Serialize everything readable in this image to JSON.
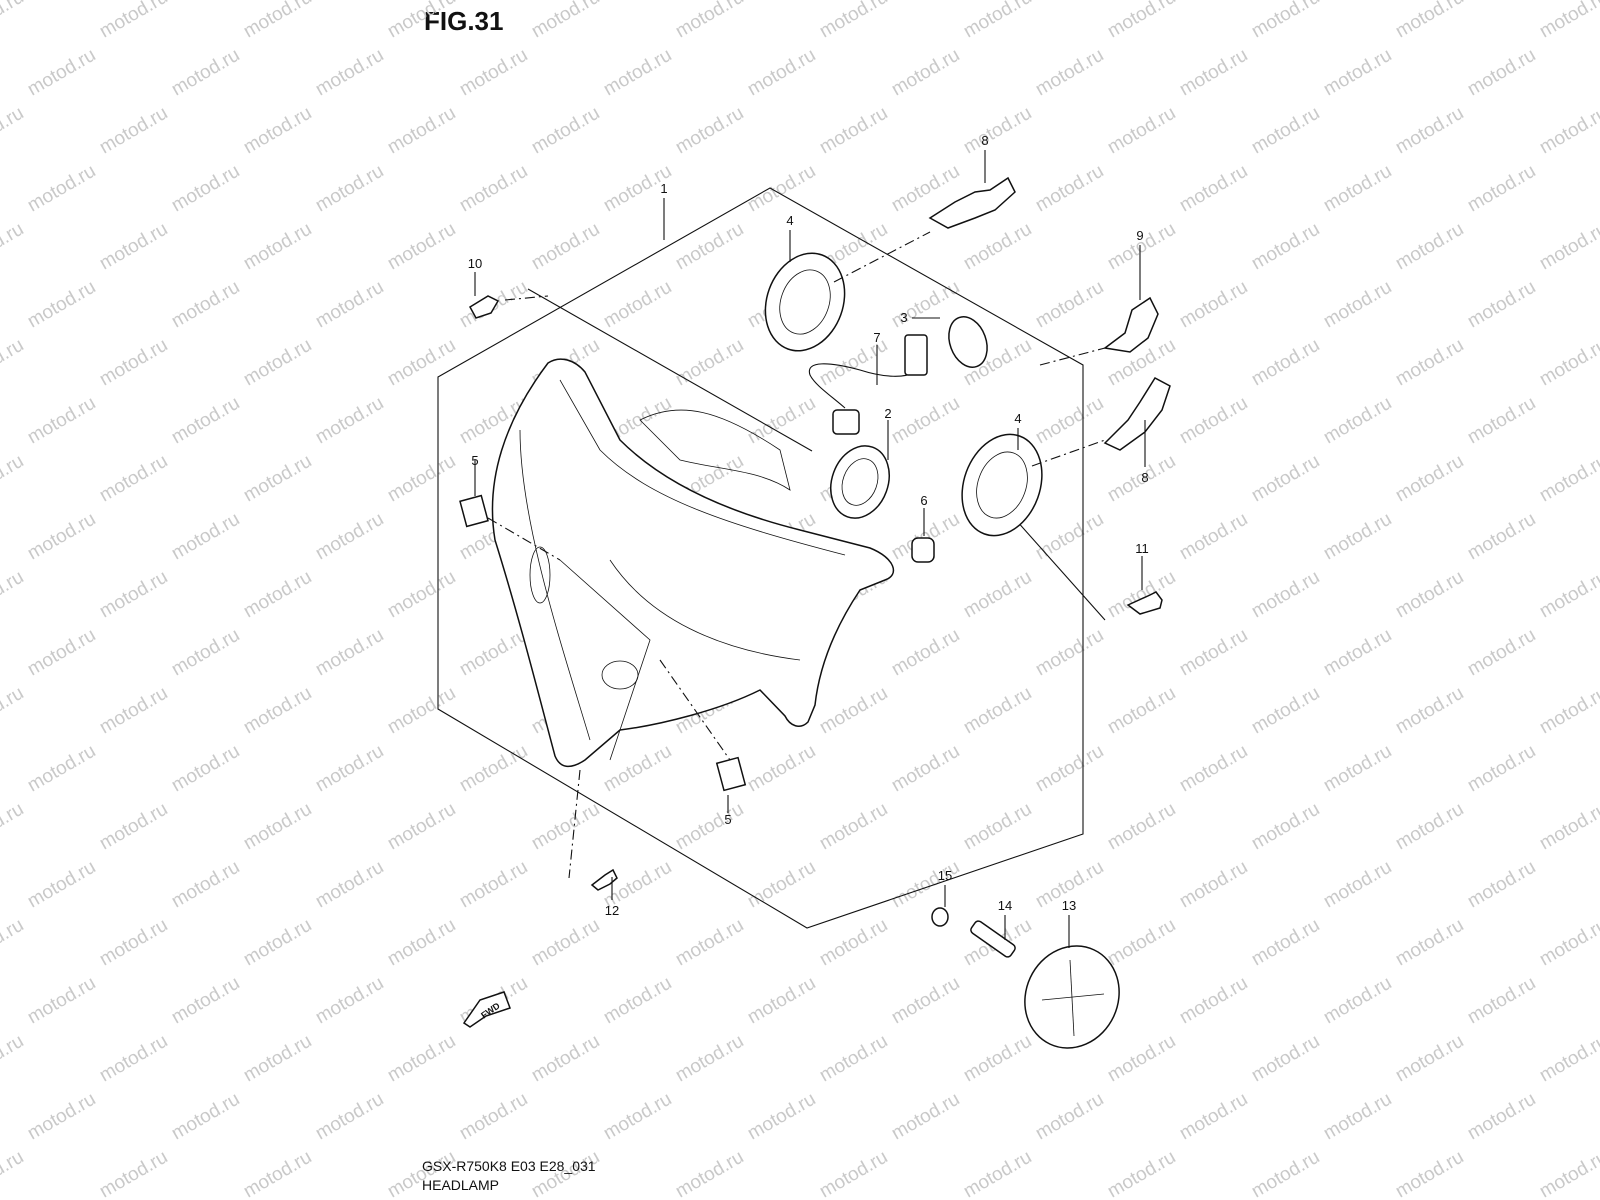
{
  "figure": {
    "title": "FIG.31",
    "caption_code": "GSX-R750K8 E03 E28_031",
    "caption_name": "HEADLAMP",
    "fwd_label": "FWD"
  },
  "watermark": {
    "text": "motod.ru",
    "color": "#c9c9c9"
  },
  "callouts": [
    {
      "id": "1",
      "label": "1"
    },
    {
      "id": "2",
      "label": "2"
    },
    {
      "id": "3",
      "label": "3"
    },
    {
      "id": "4a",
      "label": "4"
    },
    {
      "id": "4b",
      "label": "4"
    },
    {
      "id": "5a",
      "label": "5"
    },
    {
      "id": "5b",
      "label": "5"
    },
    {
      "id": "6",
      "label": "6"
    },
    {
      "id": "7",
      "label": "7"
    },
    {
      "id": "8a",
      "label": "8"
    },
    {
      "id": "8b",
      "label": "8"
    },
    {
      "id": "9",
      "label": "9"
    },
    {
      "id": "10",
      "label": "10"
    },
    {
      "id": "11",
      "label": "11"
    },
    {
      "id": "12",
      "label": "12"
    },
    {
      "id": "13",
      "label": "13"
    },
    {
      "id": "14",
      "label": "14"
    },
    {
      "id": "15",
      "label": "15"
    }
  ]
}
